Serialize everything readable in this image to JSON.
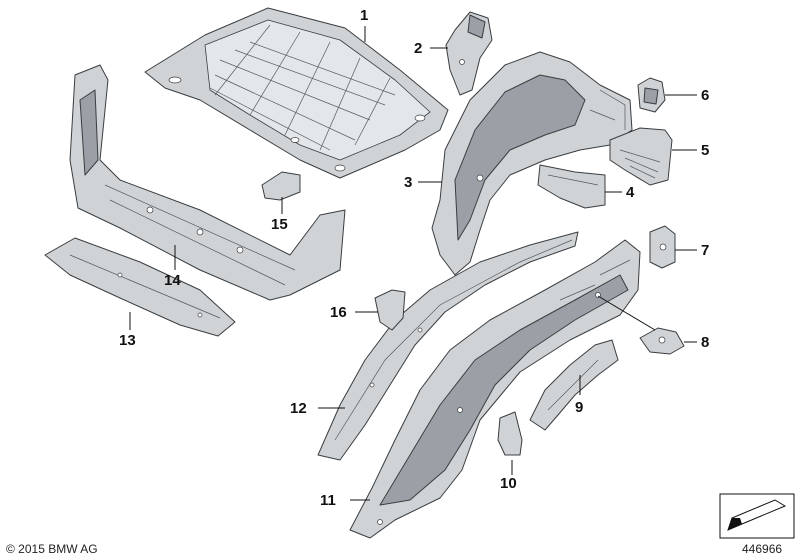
{
  "callouts": {
    "c1": "1",
    "c2": "2",
    "c3": "3",
    "c4": "4",
    "c5": "5",
    "c6": "6",
    "c7": "7",
    "c8": "8",
    "c9": "9",
    "c10": "10",
    "c11": "11",
    "c12": "12",
    "c13": "13",
    "c14": "14",
    "c15": "15",
    "c16": "16"
  },
  "footer": {
    "copyright": "© 2015 BMW AG",
    "diagram_number": "446966"
  },
  "icons": {
    "nav_arrow": "arrow-down-left-icon"
  },
  "colors": {
    "part_fill": "#cfd3d6",
    "part_outline": "#3a3d40",
    "text": "#111111"
  }
}
